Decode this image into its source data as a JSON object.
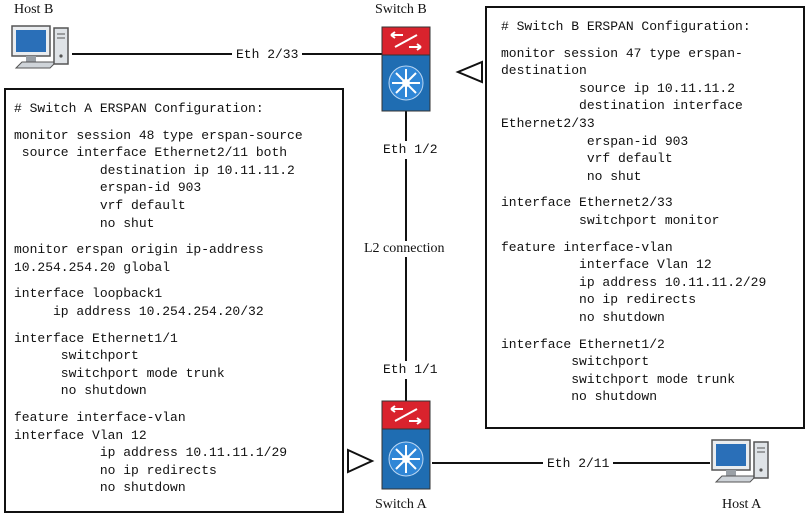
{
  "hosts": {
    "host_b": "Host B",
    "host_a": "Host A"
  },
  "switches": {
    "switch_b": "Switch B",
    "switch_a": "Switch A"
  },
  "links": {
    "host_b_link": "Eth 2/33",
    "switch_b_uplink": "Eth 1/2",
    "l2_connection": "L2 connection",
    "switch_a_uplink": "Eth 1/1",
    "host_a_link": "Eth 2/11"
  },
  "switch_a_config": {
    "header": "# Switch A ERSPAN Configuration:",
    "blocks": [
      [
        "monitor session 48 type erspan-source",
        " source interface Ethernet2/11 both",
        "           destination ip 10.11.11.2",
        "           erspan-id 903",
        "           vrf default",
        "           no shut"
      ],
      [
        "monitor erspan origin ip-address",
        "10.254.254.20 global"
      ],
      [
        "interface loopback1",
        "     ip address 10.254.254.20/32"
      ],
      [
        "interface Ethernet1/1",
        "      switchport",
        "      switchport mode trunk",
        "      no shutdown"
      ],
      [
        "feature interface-vlan",
        "interface Vlan 12",
        "           ip address 10.11.11.1/29",
        "           no ip redirects",
        "           no shutdown"
      ]
    ]
  },
  "switch_b_config": {
    "header": "# Switch B ERSPAN Configuration:",
    "blocks": [
      [
        "monitor session 47 type erspan-",
        "destination",
        "          source ip 10.11.11.2",
        "          destination interface",
        "Ethernet2/33",
        "           erspan-id 903",
        "           vrf default",
        "           no shut"
      ],
      [
        "interface Ethernet2/33",
        "          switchport monitor"
      ],
      [
        "feature interface-vlan",
        "          interface Vlan 12",
        "          ip address 10.11.11.2/29",
        "          no ip redirects",
        "          no shutdown"
      ],
      [
        "interface Ethernet1/2",
        "         switchport",
        "         switchport mode trunk",
        "         no shutdown"
      ]
    ]
  },
  "colors": {
    "switch_top": "#d9232d",
    "switch_body": "#1f6db2",
    "line": "#111111"
  },
  "icons": {
    "host": "desktop-computer-icon",
    "switch": "nexus-switch-icon",
    "pointer": "triangle-pointer-icon"
  }
}
